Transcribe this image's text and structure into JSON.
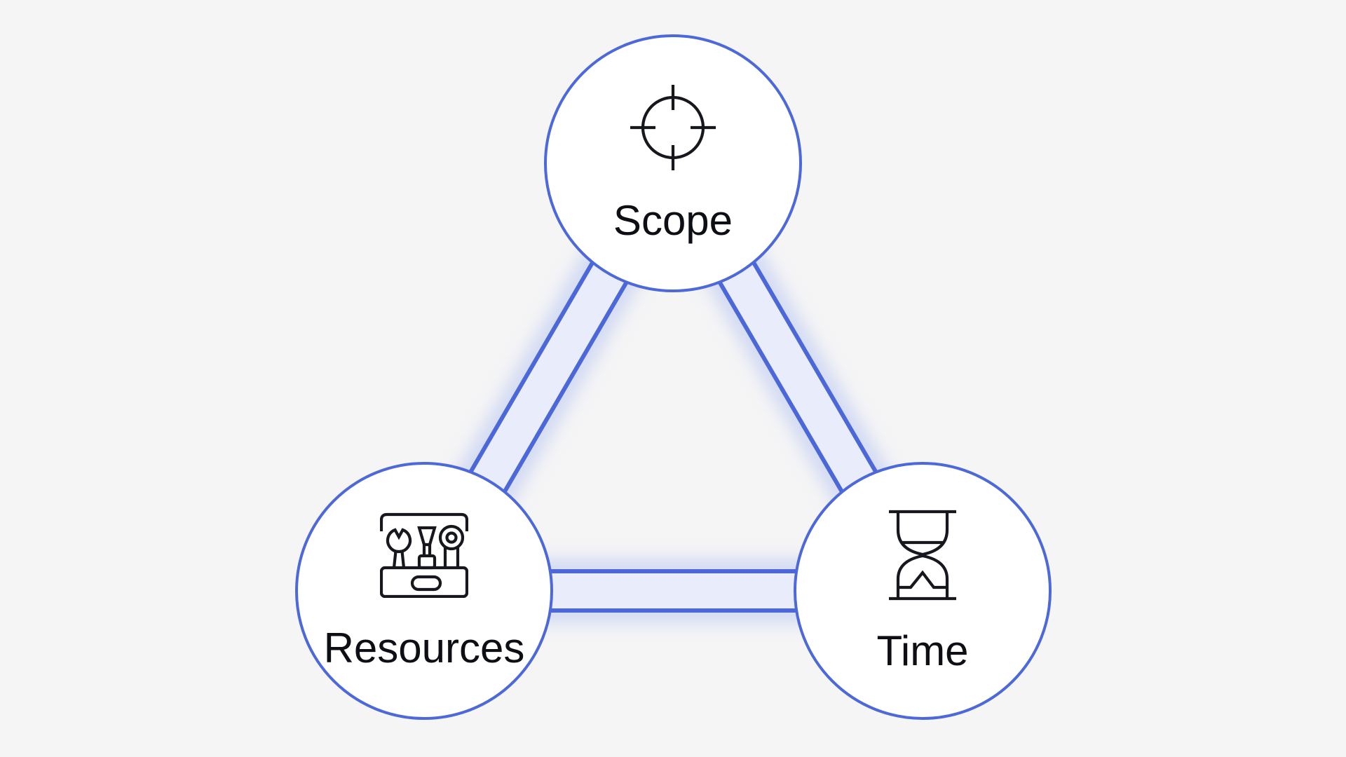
{
  "diagram": {
    "kind": "project-management-triangle",
    "nodes": [
      {
        "id": "scope",
        "label": "Scope",
        "icon": "target-icon"
      },
      {
        "id": "resources",
        "label": "Resources",
        "icon": "toolbox-icon"
      },
      {
        "id": "time",
        "label": "Time",
        "icon": "hourglass-icon"
      }
    ],
    "edges": [
      {
        "from": "scope",
        "to": "resources"
      },
      {
        "from": "scope",
        "to": "time"
      },
      {
        "from": "resources",
        "to": "time"
      }
    ],
    "colors": {
      "background": "#f5f5f6",
      "node_fill": "#ffffff",
      "node_border": "#4d68d9",
      "edge_border": "#4b67d8",
      "edge_fill": "#e9edfb",
      "edge_glow": "#b6c4f1",
      "icon_stroke": "#16181d",
      "label_text": "#0d0f14"
    }
  }
}
